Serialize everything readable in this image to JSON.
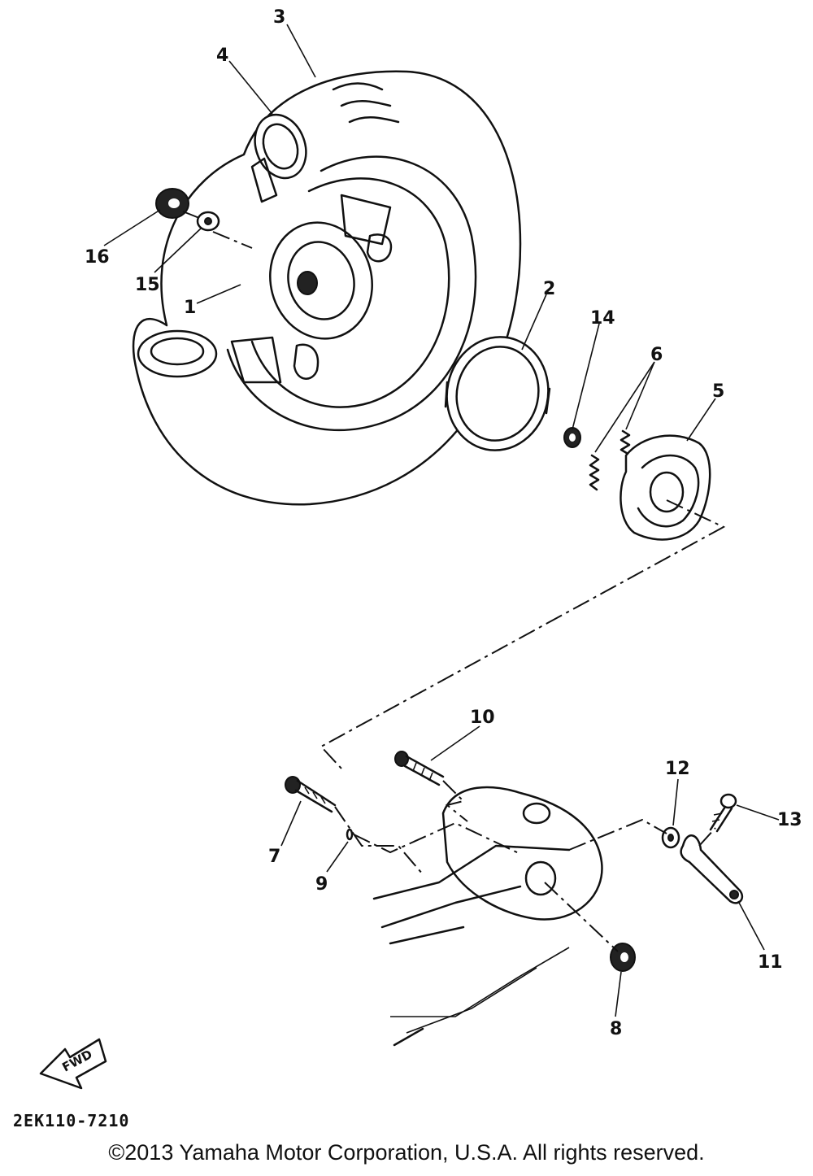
{
  "diagram": {
    "callouts": [
      {
        "id": "1",
        "label": "1"
      },
      {
        "id": "2",
        "label": "2"
      },
      {
        "id": "3",
        "label": "3"
      },
      {
        "id": "4",
        "label": "4"
      },
      {
        "id": "5",
        "label": "5"
      },
      {
        "id": "6",
        "label": "6"
      },
      {
        "id": "7",
        "label": "7"
      },
      {
        "id": "8",
        "label": "8"
      },
      {
        "id": "9",
        "label": "9"
      },
      {
        "id": "10",
        "label": "10"
      },
      {
        "id": "11",
        "label": "11"
      },
      {
        "id": "12",
        "label": "12"
      },
      {
        "id": "13",
        "label": "13"
      },
      {
        "id": "14",
        "label": "14"
      },
      {
        "id": "15",
        "label": "15"
      },
      {
        "id": "16",
        "label": "16"
      }
    ],
    "fwd_label": "FWD",
    "drawing_code": "2EK110-7210"
  },
  "footer": {
    "copyright": "©2013 Yamaha Motor Corporation, U.S.A. All rights reserved."
  }
}
